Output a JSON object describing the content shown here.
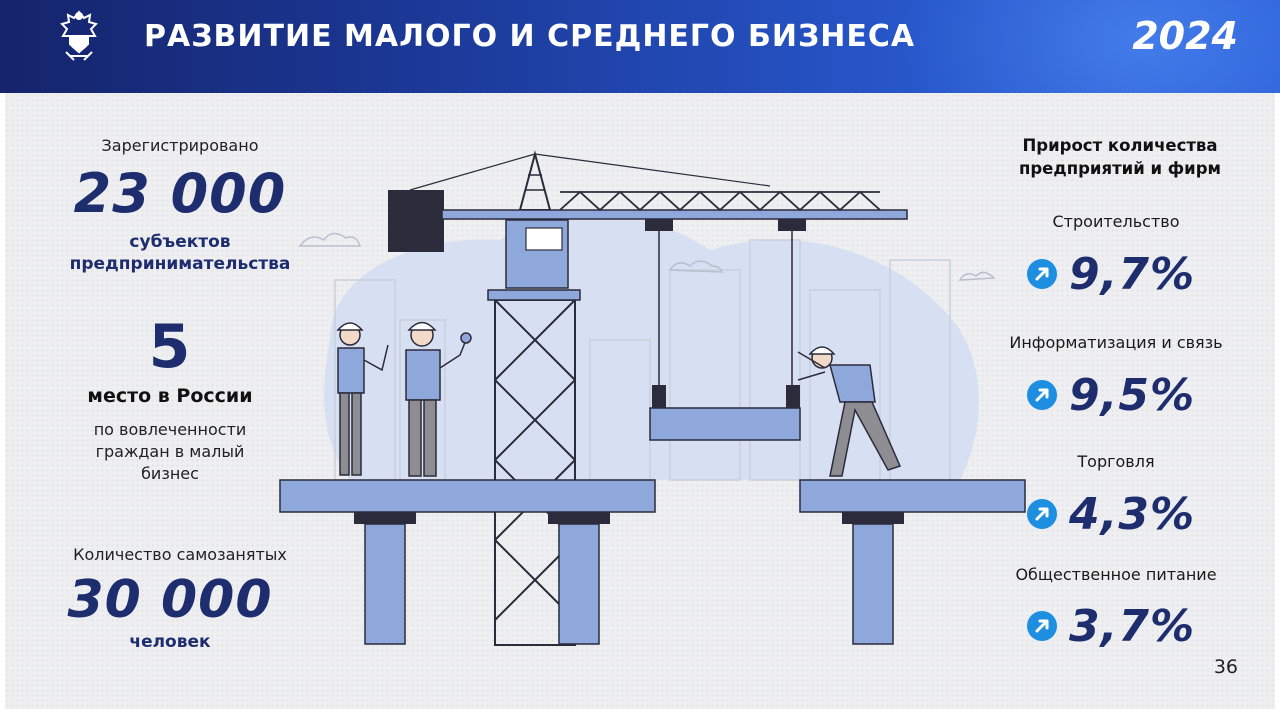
{
  "header": {
    "title": "РАЗВИТИЕ МАЛОГО И СРЕДНЕГО БИЗНЕСА",
    "year": "2024",
    "emblem_icon": "coat-of-arms-icon"
  },
  "left": {
    "registered_label": "Зарегистрировано",
    "registered_value": "23 000",
    "registered_unit_line1": "субъектов",
    "registered_unit_line2": "предпринимательства",
    "rank_value": "5",
    "rank_label": "место в России",
    "rank_desc_line1": "по вовлеченности",
    "rank_desc_line2": "граждан в малый",
    "rank_desc_line3": "бизнес",
    "selfemployed_label": "Количество самозанятых",
    "selfemployed_value": "30 000",
    "selfemployed_unit": "человек"
  },
  "right": {
    "title_line1": "Прирост количества",
    "title_line2": "предприятий и фирм",
    "items": [
      {
        "category": "Строительство",
        "value": "9,7%"
      },
      {
        "category": "Информатизация и связь",
        "value": "9,5%"
      },
      {
        "category": "Торговля",
        "value": "4,3%"
      },
      {
        "category": "Общественное питание",
        "value": "3,7%"
      }
    ],
    "arrow_icon": "arrow-up-right-icon"
  },
  "page_number": "36",
  "colors": {
    "header_dark": "#15246b",
    "header_light": "#2a5fd6",
    "accent_navy": "#1e2d6e",
    "arrow_blue": "#1e8fe0",
    "illustration_blue": "#8fa8dc",
    "illustration_dark": "#2b2b3b"
  }
}
